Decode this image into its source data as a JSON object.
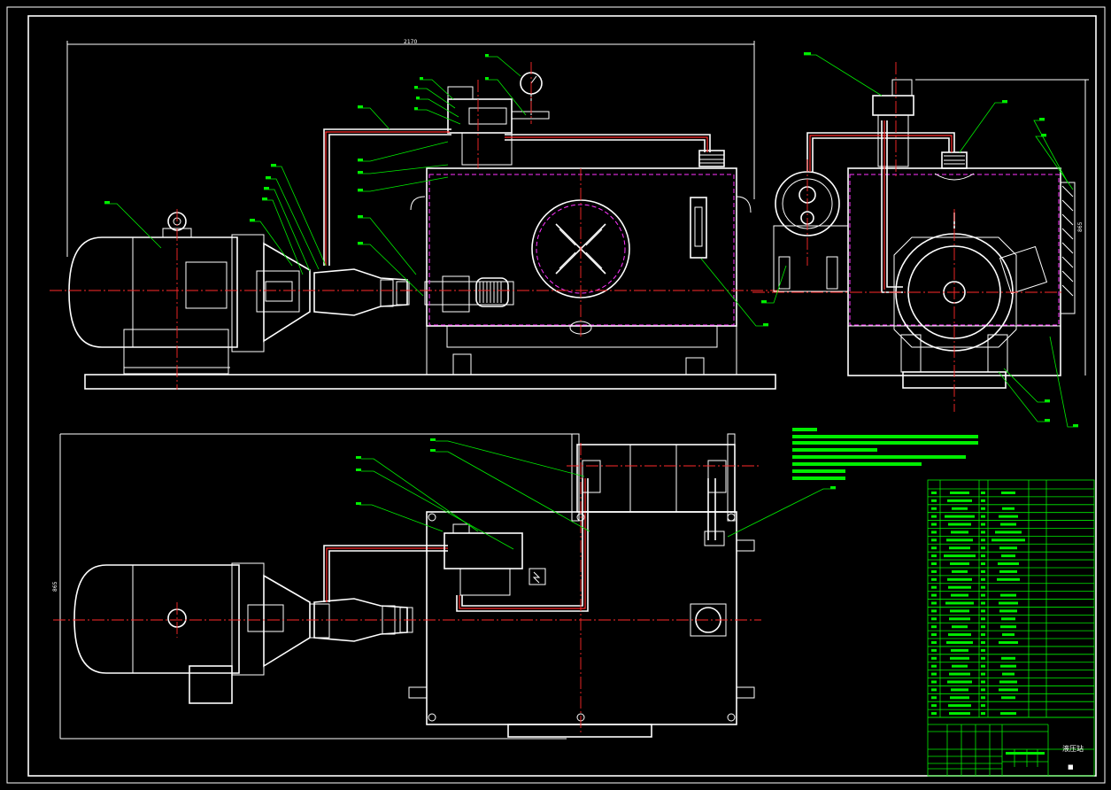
{
  "drawing": {
    "dimensions": {
      "overall_length": "2170",
      "height_side": "865",
      "width_plan": "865"
    },
    "title_block": {
      "drawing_title": "液压站",
      "sheet_no": "■"
    },
    "colors": {
      "background": "#000000",
      "outline": "#ffffff",
      "centerline": "#ff2a2a",
      "hidden_line": "#ff33ff",
      "annotation": "#00ee00"
    }
  }
}
